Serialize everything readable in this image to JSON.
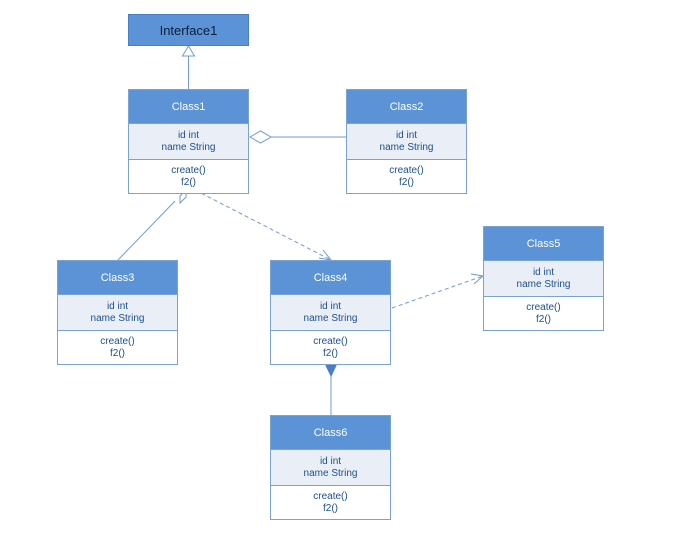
{
  "interface": {
    "name": "Interface1"
  },
  "classes": [
    {
      "id": "class1",
      "name": "Class1",
      "attributes": [
        "id int",
        "name String"
      ],
      "operations": [
        "create()",
        "f2()"
      ]
    },
    {
      "id": "class2",
      "name": "Class2",
      "attributes": [
        "id int",
        "name String"
      ],
      "operations": [
        "create()",
        "f2()"
      ]
    },
    {
      "id": "class3",
      "name": "Class3",
      "attributes": [
        "id int",
        "name String"
      ],
      "operations": [
        "create()",
        "f2()"
      ]
    },
    {
      "id": "class4",
      "name": "Class4",
      "attributes": [
        "id int",
        "name String"
      ],
      "operations": [
        "create()",
        "f2()"
      ]
    },
    {
      "id": "class5",
      "name": "Class5",
      "attributes": [
        "id int",
        "name String"
      ],
      "operations": [
        "create()",
        "f2()"
      ]
    },
    {
      "id": "class6",
      "name": "Class6",
      "attributes": [
        "id int",
        "name String"
      ],
      "operations": [
        "create()",
        "f2()"
      ]
    }
  ],
  "relationships": [
    {
      "type": "realization",
      "from": "Class1",
      "to": "Interface1"
    },
    {
      "type": "aggregation",
      "whole": "Class1",
      "part": "Class2"
    },
    {
      "type": "aggregation",
      "whole": "Class1",
      "part": "Class3"
    },
    {
      "type": "dependency",
      "from": "Class1",
      "to": "Class4"
    },
    {
      "type": "dependency",
      "from": "Class4",
      "to": "Class5"
    },
    {
      "type": "composition",
      "whole": "Class4",
      "part": "Class6"
    }
  ],
  "colors": {
    "header": "#5b93d6",
    "border": "#7aa3d3",
    "attributes_bg": "#e9eef7",
    "text": "#1e4f8f",
    "line": "#6f9bd3"
  }
}
